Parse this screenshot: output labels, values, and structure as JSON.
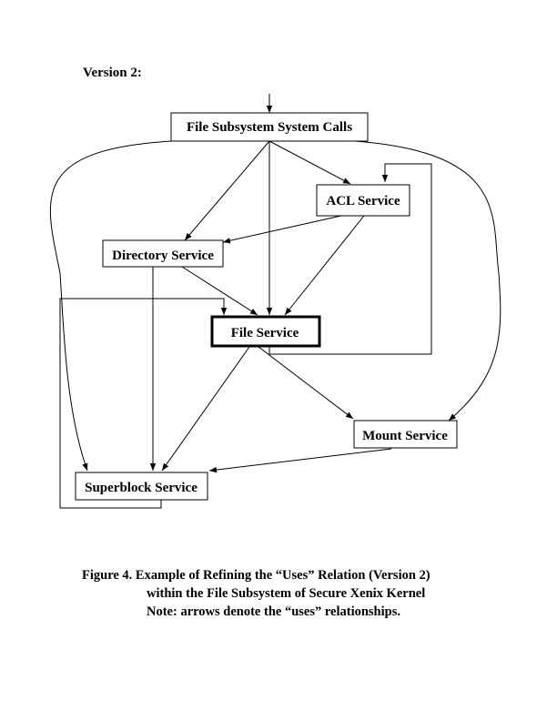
{
  "version_label": "Version 2:",
  "nodes": {
    "syscalls": "File Subsystem System Calls",
    "acl": "ACL Service",
    "directory": "Directory Service",
    "file": "File Service",
    "mount": "Mount Service",
    "superblock": "Superblock Service"
  },
  "caption": {
    "line1": "Figure 4.  Example of Refining the “Uses” Relation (Version 2)",
    "line2": "within the File Subsystem of Secure Xenix Kernel",
    "line3": "Note: arrows denote the “uses” relationships."
  }
}
